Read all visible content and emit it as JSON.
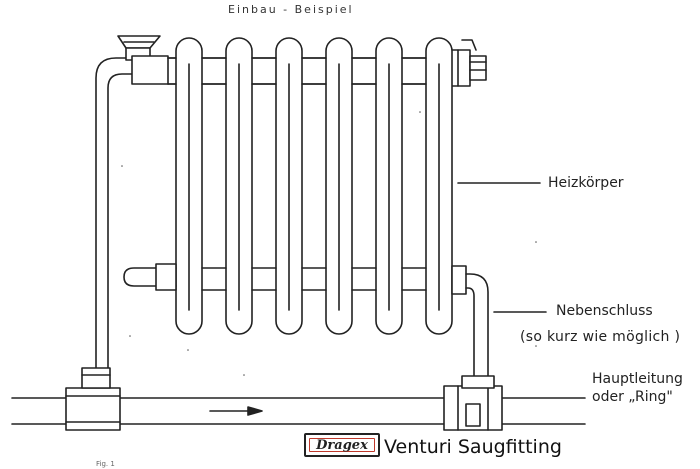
{
  "title": "Einbau - Beispiel",
  "labels": {
    "heizkoerper": "Heizkörper",
    "nebenschluss": "Nebenschluss",
    "nebenschluss_note": "(so kurz wie möglich )",
    "hauptleitung": "Hauptleitung",
    "hauptleitung_note": "oder „Ring\""
  },
  "brand": {
    "logo_text": "Dragex",
    "caption": "Venturi Saugfitting"
  },
  "figure_label": "Fig. 1",
  "colors": {
    "line": "#222222",
    "logo_accent": "#c0392b"
  }
}
